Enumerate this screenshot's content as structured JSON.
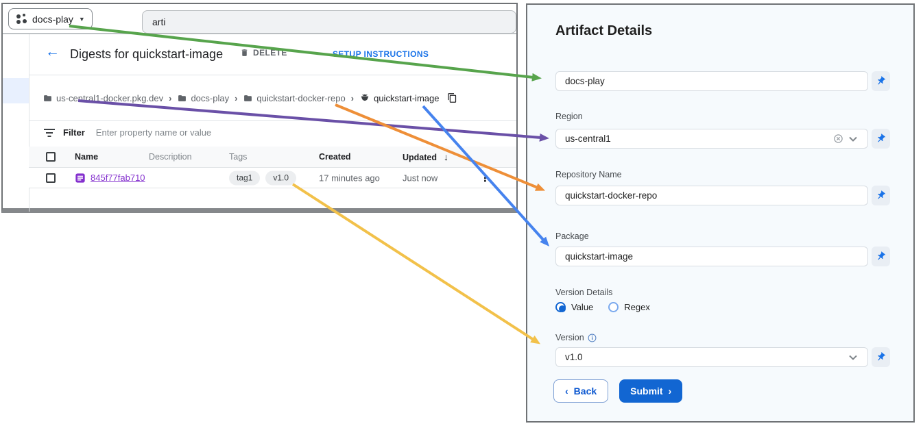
{
  "console": {
    "project_selector": {
      "label": "docs-play"
    },
    "search": {
      "value": "arti"
    },
    "page": {
      "title": "Digests for quickstart-image",
      "delete_label": "DELETE",
      "setup_label": "SETUP INSTRUCTIONS"
    },
    "breadcrumb": {
      "separator": "›",
      "items": [
        "us-central1-docker.pkg.dev",
        "docs-play",
        "quickstart-docker-repo",
        "quickstart-image"
      ]
    },
    "filter": {
      "label": "Filter",
      "placeholder": "Enter property name or value"
    },
    "table": {
      "headers": {
        "name": "Name",
        "description": "Description",
        "tags": "Tags",
        "created": "Created",
        "updated": "Updated"
      },
      "sort_arrow": "↓",
      "rows": [
        {
          "name": "845f77fab710",
          "description": "",
          "tags": [
            "tag1",
            "v1.0"
          ],
          "created": "17 minutes ago",
          "updated": "Just now"
        }
      ]
    }
  },
  "panel": {
    "title": "Artifact Details",
    "fields": {
      "project": {
        "value": "docs-play"
      },
      "region": {
        "label": "Region",
        "value": "us-central1"
      },
      "repository": {
        "label": "Repository Name",
        "value": "quickstart-docker-repo"
      },
      "package": {
        "label": "Package",
        "value": "quickstart-image"
      },
      "version_details": {
        "label": "Version Details",
        "options": [
          "Value",
          "Regex"
        ],
        "selected": "Value"
      },
      "version": {
        "label": "Version",
        "value": "v1.0"
      }
    },
    "buttons": {
      "back": "Back",
      "back_chevron": "‹",
      "submit": "Submit",
      "submit_chevron": "›"
    }
  },
  "icons": {
    "caret": "▼",
    "back_arrow": "←",
    "overflow": "⋮"
  },
  "colors": {
    "accent_blue": "#1266d2",
    "link_purple": "#8430ce",
    "pin_blue": "#1a73e8",
    "panel_bg": "#f6fafd"
  },
  "arrows": [
    {
      "key": "project",
      "name": "project-arrow",
      "color": "#57a44c"
    },
    {
      "key": "region",
      "name": "region-arrow",
      "color": "#6a50a7"
    },
    {
      "key": "repository",
      "name": "repository-arrow",
      "color": "#ee8f38"
    },
    {
      "key": "package",
      "name": "package-arrow",
      "color": "#4683ee"
    },
    {
      "key": "version",
      "name": "version-arrow",
      "color": "#f2c14a"
    }
  ]
}
